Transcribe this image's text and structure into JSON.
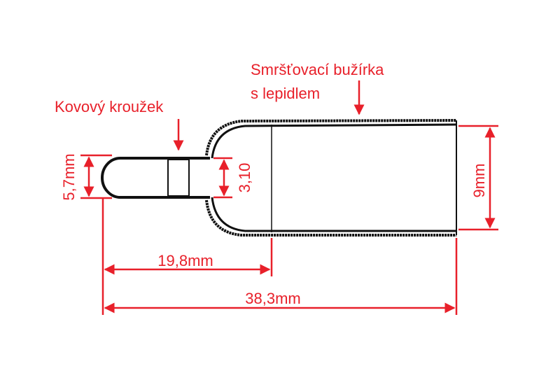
{
  "labels": {
    "ring": "Kovový kroužek",
    "shrink_line1": "Smršťovací bužírka",
    "shrink_line2": "s lepidlem"
  },
  "dimensions": {
    "tip_diameter": "5,7mm",
    "inner_diameter": "3,10",
    "body_diameter": "9mm",
    "tip_length": "19,8mm",
    "total_length": "38,3mm"
  },
  "colors": {
    "annotation": "#e8202a",
    "outline": "#111111"
  }
}
